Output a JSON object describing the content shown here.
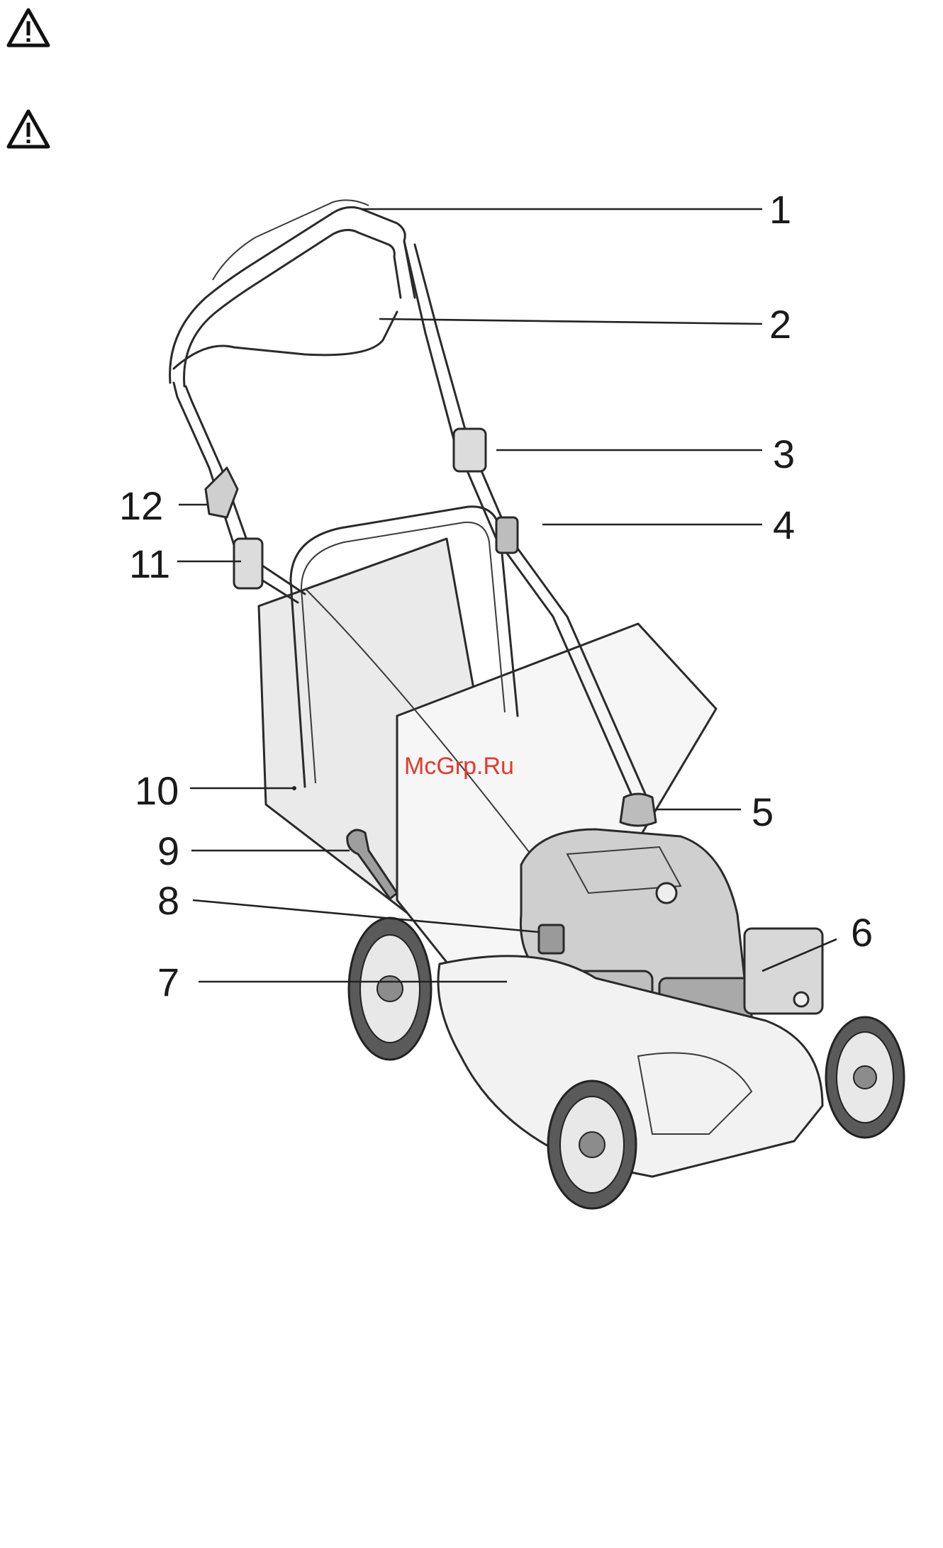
{
  "warnings": [
    {
      "icon": "warning-triangle-icon"
    },
    {
      "icon": "warning-triangle-icon"
    }
  ],
  "watermark": "McGrp.Ru",
  "callouts": [
    "1",
    "2",
    "3",
    "4",
    "5",
    "6",
    "7",
    "8",
    "9",
    "10",
    "11",
    "12"
  ],
  "colors": {
    "line": "#2a2a2a",
    "bag": "#eaeaea",
    "deck": "#f4f4f4",
    "engine": "#cfcfcf",
    "wheel": "#555555",
    "watermark": "#e23a2f"
  }
}
